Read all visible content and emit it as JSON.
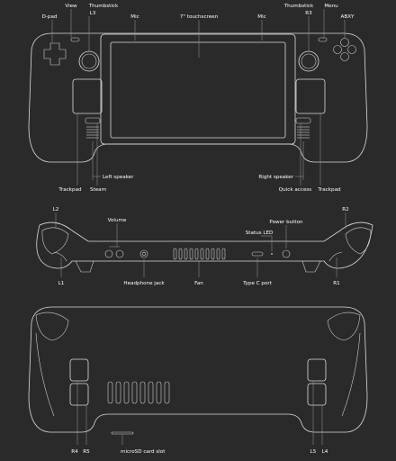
{
  "diagram": {
    "front": {
      "labels": {
        "dpad": "D-pad",
        "view": "View",
        "thumbstick_left": "Thumbstick",
        "l3": "L3",
        "mic_left": "Mic",
        "touchscreen": "7\" touchscreen",
        "mic_right": "Mic",
        "thumbstick_right": "Thumbstick",
        "r3": "R3",
        "menu": "Menu",
        "abxy": "ABXY",
        "left_speaker": "Left speaker",
        "right_speaker": "Right speaker",
        "trackpad_left": "Trackpad",
        "steam": "Steam",
        "quick_access": "Quick access",
        "trackpad_right": "Trackpad"
      }
    },
    "top": {
      "labels": {
        "l2": "L2",
        "volume": "Volume",
        "power_button": "Power button",
        "r2": "R2",
        "status_led": "Status LED",
        "l1": "L1",
        "headphone_jack": "Headphone jack",
        "fan": "Fan",
        "type_c_port": "Type C port",
        "r1": "R1"
      }
    },
    "back": {
      "labels": {
        "r4": "R4",
        "r5": "R5",
        "microsd_slot": "microSD card slot",
        "l5": "L5",
        "l4": "L4"
      }
    }
  }
}
